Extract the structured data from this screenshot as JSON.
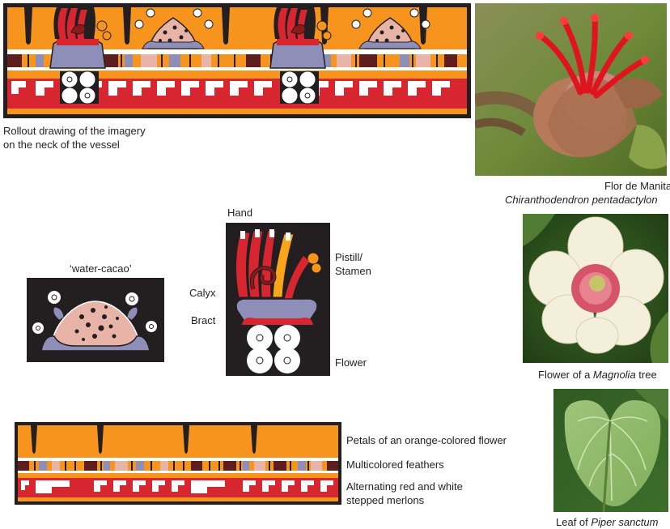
{
  "colors": {
    "orange": "#f7941d",
    "red": "#d7262f",
    "darkred": "#8b1a1a",
    "black": "#231f20",
    "slate": "#8e8fb8",
    "pink": "#e8b4a8",
    "white": "#ffffff",
    "maroon": "#5e1e1e",
    "yellow": "#f9a51a"
  },
  "rollout": {
    "caption_line1": "Rollout drawing of the imagery",
    "caption_line2": "on the neck of the vessel"
  },
  "water_cacao": {
    "label": "‘water-cacao’"
  },
  "hand_detail": {
    "hand": "Hand",
    "pistil_line1": "Pistill/",
    "pistil_line2": "Stamen",
    "calyx": "Calyx",
    "bract": "Bract",
    "flower": "Flower"
  },
  "bands": {
    "petals": "Petals of an orange-colored flower",
    "feathers": "Multicolored feathers",
    "merlons_line1": "Alternating red and white",
    "merlons_line2": "stepped merlons"
  },
  "photos": {
    "manita_line1": "Flor de Manita",
    "manita_line2": "Chiranthodendron pentadactylon",
    "magnolia_prefix": "Flower of a ",
    "magnolia_italic": "Magnolia",
    "magnolia_suffix": " tree",
    "piper_prefix": "Leaf of ",
    "piper_italic": "Piper sanctum"
  }
}
